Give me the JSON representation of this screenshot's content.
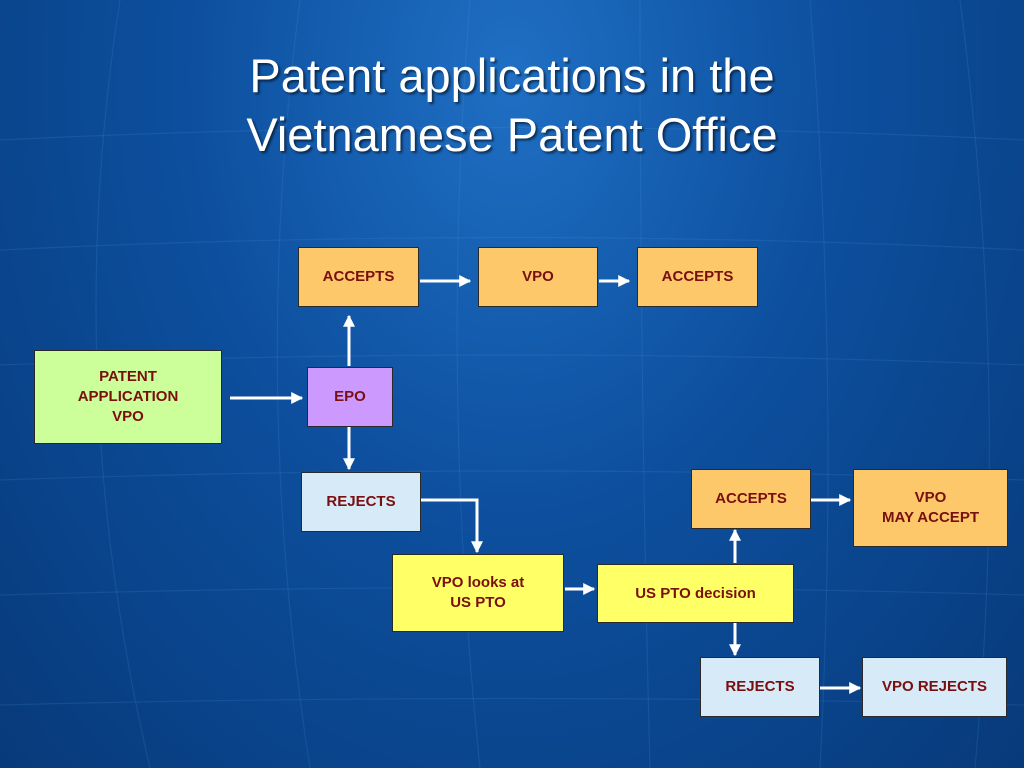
{
  "slide": {
    "title_line1": "Patent applications in the",
    "title_line2": "Vietnamese Patent Office"
  },
  "colors": {
    "accepts_fill": "#fcc86a",
    "epo_fill": "#cc99ff",
    "rejects_fill": "#d6eaf8",
    "application_fill": "#ccff99",
    "yellow_fill": "#ffff66",
    "box_text": "#7a0f0f",
    "arrow": "#ffffff"
  },
  "diagram": {
    "nodes": {
      "application": "PATENT\nAPPLICATION\nVPO",
      "epo": "EPO",
      "epo_accepts": "ACCEPTS",
      "vpo": "VPO",
      "vpo_accepts": "ACCEPTS",
      "epo_rejects": "REJECTS",
      "vpo_looks": "VPO looks at\nUS PTO",
      "uspto_decision": "US PTO decision",
      "uspto_accepts": "ACCEPTS",
      "vpo_may_accept": "VPO\nMAY ACCEPT",
      "uspto_rejects": "REJECTS",
      "vpo_rejects": "VPO REJECTS"
    },
    "edges": [
      {
        "from": "application",
        "to": "epo"
      },
      {
        "from": "epo",
        "to": "epo_accepts"
      },
      {
        "from": "epo",
        "to": "epo_rejects"
      },
      {
        "from": "epo_accepts",
        "to": "vpo"
      },
      {
        "from": "vpo",
        "to": "vpo_accepts"
      },
      {
        "from": "epo_rejects",
        "to": "vpo_looks"
      },
      {
        "from": "vpo_looks",
        "to": "uspto_decision"
      },
      {
        "from": "uspto_decision",
        "to": "uspto_accepts"
      },
      {
        "from": "uspto_decision",
        "to": "uspto_rejects"
      },
      {
        "from": "uspto_accepts",
        "to": "vpo_may_accept"
      },
      {
        "from": "uspto_rejects",
        "to": "vpo_rejects"
      }
    ]
  }
}
